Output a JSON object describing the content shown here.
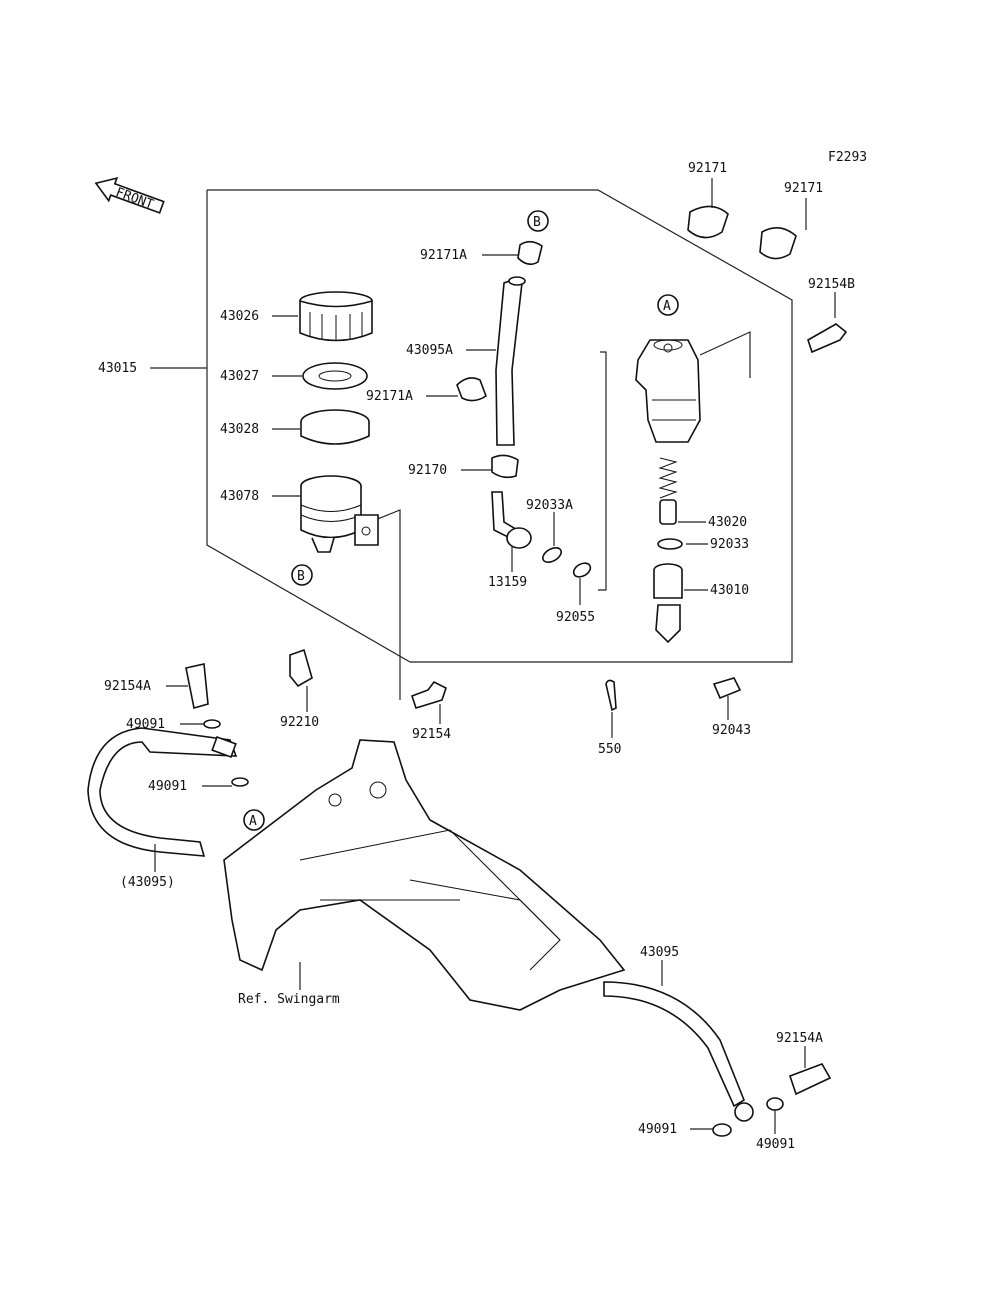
{
  "figure_code": "F2293",
  "front_label": "FRONT",
  "ref_label": "Ref. Swingarm",
  "callout_a": "A",
  "callout_b": "B",
  "labels": {
    "p92171_1": "92171",
    "p92171_2": "92171",
    "p92154B": "92154B",
    "p92171A_1": "92171A",
    "p43026": "43026",
    "p43095A": "43095A",
    "p43015": "43015",
    "p43027": "43027",
    "p92171A_2": "92171A",
    "p43028": "43028",
    "p92170": "92170",
    "p43078": "43078",
    "p92033A": "92033A",
    "p43020": "43020",
    "p92033": "92033",
    "p13159": "13159",
    "p43010": "43010",
    "p92055": "92055",
    "p92154A_1": "92154A",
    "p92210": "92210",
    "p92154": "92154",
    "p92043": "92043",
    "p49091_1": "49091",
    "p550": "550",
    "p49091_2": "49091",
    "p43095_paren": "(43095)",
    "p43095": "43095",
    "p92154A_2": "92154A",
    "p49091_3": "49091",
    "p49091_4": "49091"
  }
}
